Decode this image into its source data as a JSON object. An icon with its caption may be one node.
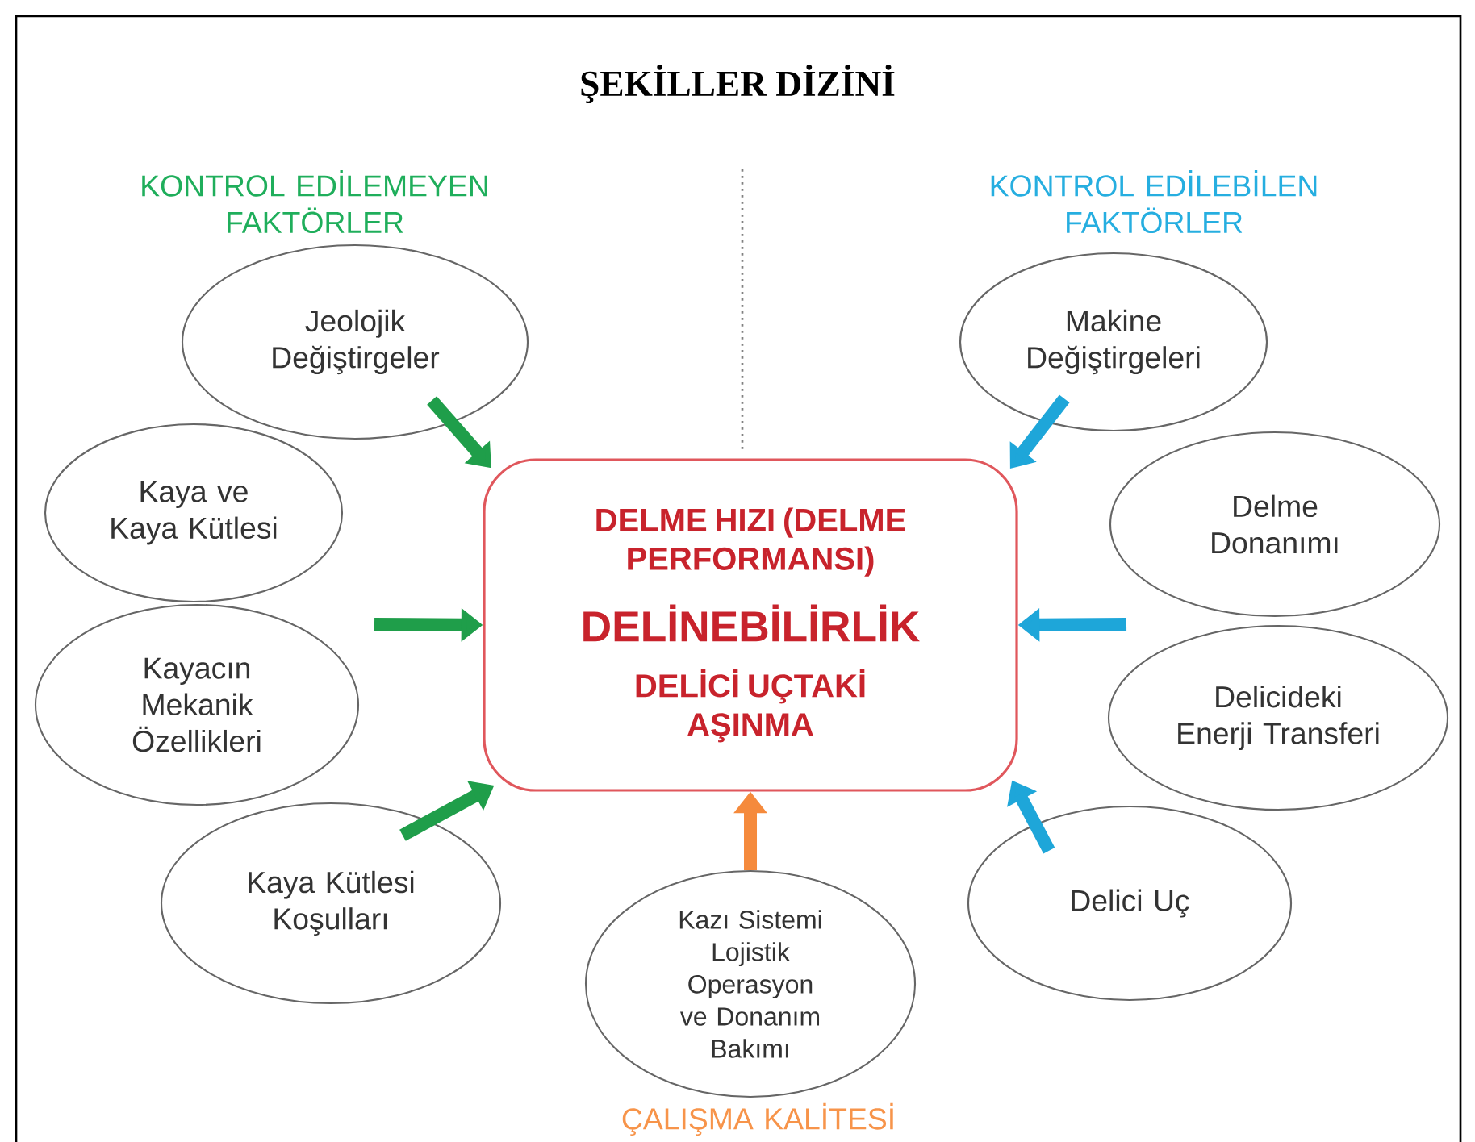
{
  "diagram": {
    "title": "ŞEKİLLER DİZİNİ",
    "nodes": [
      {
        "text": [
          "DELME HIZI (DELME PERFORMANSI)",
          "DELİNEBİLİRLİK",
          "DELİCİ UÇTAKİ AŞINMA"
        ]
      },
      {
        "text": [
          "Jeolojik Değiştirgeler"
        ]
      },
      {
        "text": [
          "Kaya ve Kaya Kütlesi"
        ]
      },
      {
        "text": [
          "Kayacın Mekanik Özellikleri"
        ]
      },
      {
        "text": [
          "Kaya Kütlesi Koşulları"
        ]
      },
      {
        "text": [
          "Makine Değiştirgeleri"
        ]
      },
      {
        "text": [
          "Delme Donanımı"
        ]
      },
      {
        "text": [
          "Delicideki Enerji Transferi"
        ]
      },
      {
        "text": [
          "Delici Uç"
        ]
      },
      {
        "text": [
          "Kazı Sistemi Lojistik Operasyon ve Donanım Bakımı"
        ]
      }
    ],
    "edges": [
      {
        "from": 1,
        "to": 0,
        "arrow": "to",
        "color": "#1f9e4a"
      },
      {
        "from": null,
        "to": 0,
        "arrow": "to",
        "color": "#1f9e4a"
      },
      {
        "from": 4,
        "to": 0,
        "arrow": "to",
        "color": "#1f9e4a"
      },
      {
        "from": 5,
        "to": 0,
        "arrow": "to",
        "color": "#1ea6d9"
      },
      {
        "from": null,
        "to": 0,
        "arrow": "to",
        "color": "#1ea6d9"
      },
      {
        "from": 8,
        "to": 0,
        "arrow": "to",
        "color": "#1ea6d9"
      },
      {
        "from": 9,
        "to": 0,
        "arrow": "to",
        "color": "#f58a3c"
      }
    ],
    "labels": [
      "KONTROL EDİLEMEYEN FAKTÖRLER",
      "KONTROL EDİLEBİLEN FAKTÖRLER",
      "ÇALIŞMA KALİTESİ"
    ]
  }
}
